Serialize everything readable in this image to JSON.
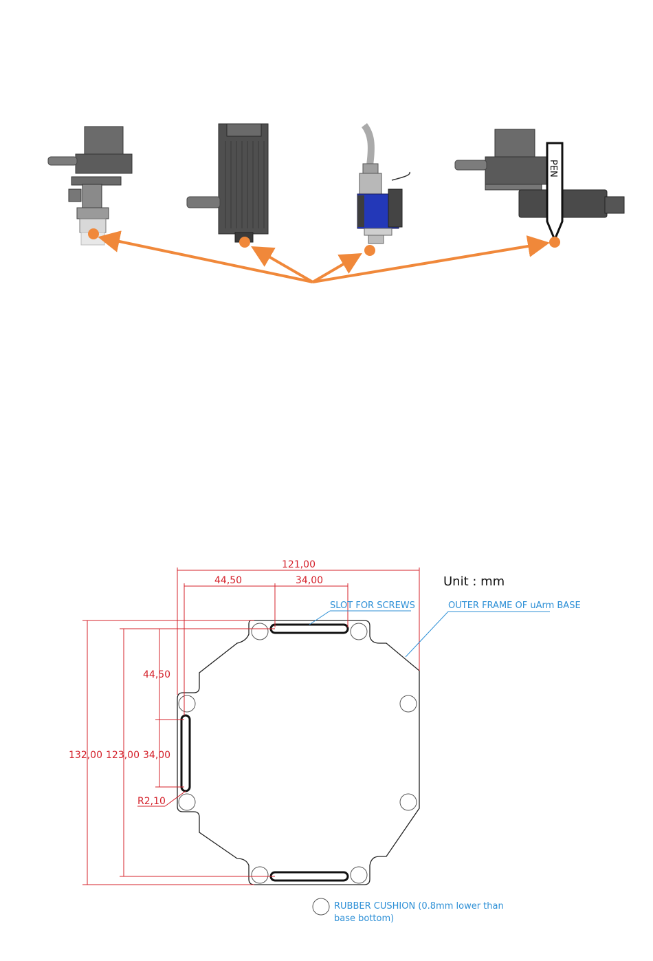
{
  "colors": {
    "arrow": "#f0883a",
    "dimension": "#d4202a",
    "callout": "#2c8fd6",
    "outline": "#222222",
    "laser_blue": "#2338b8",
    "metal_dark": "#5a5a5a",
    "metal_mid": "#8a8a8a"
  },
  "tools": {
    "items": [
      {
        "name": "suction-cup-end-effector"
      },
      {
        "name": "laser-module"
      },
      {
        "name": "3d-print-head"
      },
      {
        "name": "pen-holder"
      }
    ],
    "pen_label": "PEN"
  },
  "drawing": {
    "unit_label": "Unit : mm",
    "dimensions": {
      "total_width": "121,00",
      "slot_offset_x": "44,50",
      "slot_length_x": "34,00",
      "slot_offset_y": "44,50",
      "slot_length_y": "34,00",
      "total_height": "132,00",
      "inner_height": "123,00",
      "radius": "R2,10"
    },
    "callouts": {
      "slot": "SLOT FOR SCREWS",
      "outer_frame": "OUTER FRAME OF uArm BASE",
      "rubber_line1": "RUBBER CUSHION (0.8mm lower than",
      "rubber_line2": "base bottom)"
    }
  }
}
